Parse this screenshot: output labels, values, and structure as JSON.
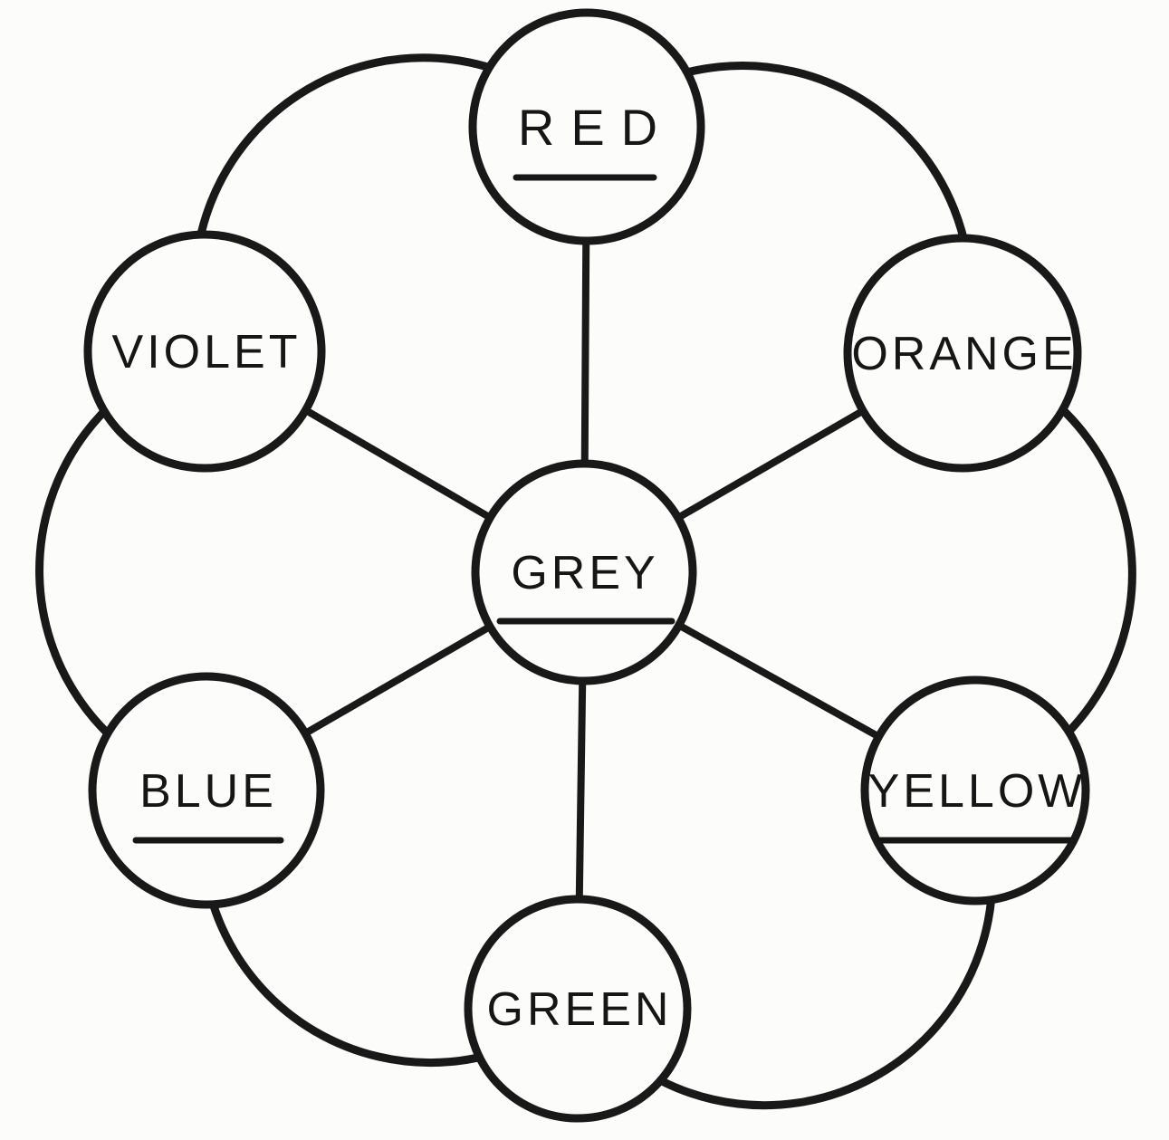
{
  "diagram": {
    "type": "color-wheel",
    "description": "Hand-drawn colour circle: six colours arranged around a central GREY hub, adjacent colours joined by outer arcs, each colour joined to the centre by a spoke",
    "center": "GREY",
    "ring_order_clockwise_from_top": [
      "RED",
      "ORANGE",
      "YELLOW",
      "GREEN",
      "BLUE",
      "VIOLET"
    ],
    "ink_color": "#191919",
    "paper_color": "#fcfcfa"
  },
  "nodes": {
    "red": {
      "label": "RED",
      "underlined": true,
      "underline_visibility": "visible"
    },
    "orange": {
      "label": "ORANGE",
      "underlined": false,
      "underline_visibility": "hidden"
    },
    "yellow": {
      "label": "YELLOW",
      "underlined": true,
      "underline_visibility": "visible"
    },
    "green": {
      "label": "GREEN",
      "underlined": false,
      "underline_visibility": "hidden"
    },
    "blue": {
      "label": "BLUE",
      "underlined": true,
      "underline_visibility": "visible"
    },
    "violet": {
      "label": "VIOLET",
      "underlined": false,
      "underline_visibility": "hidden"
    },
    "grey": {
      "label": "GREY",
      "underlined": true,
      "underline_visibility": "visible"
    }
  },
  "edges": {
    "spokes": [
      "grey-red",
      "grey-orange",
      "grey-yellow",
      "grey-green",
      "grey-blue",
      "grey-violet"
    ],
    "outer_arcs": [
      "red-orange",
      "orange-yellow",
      "yellow-green",
      "green-blue",
      "blue-violet",
      "violet-red"
    ]
  }
}
